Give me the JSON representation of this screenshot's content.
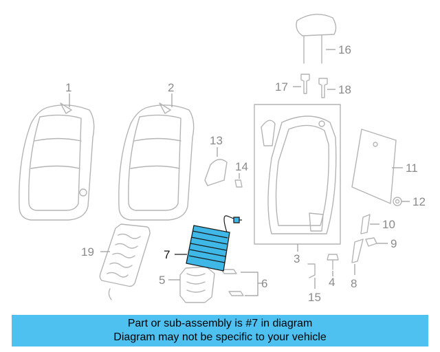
{
  "diagram": {
    "callouts": {
      "c1": "1",
      "c2": "2",
      "c3": "3",
      "c4": "4",
      "c5": "5",
      "c6": "6",
      "c7": "7",
      "c8": "8",
      "c9": "9",
      "c10": "10",
      "c11": "11",
      "c12": "12",
      "c13": "13",
      "c14": "14",
      "c15": "15",
      "c16": "16",
      "c17": "17",
      "c18": "18",
      "c19": "19"
    },
    "highlight_color": "#3fb8e8"
  },
  "banner": {
    "line1": "Part or sub-assembly is #7 in diagram",
    "line2": "Diagram may not be specific to your vehicle",
    "background": "#4fc1f1"
  }
}
